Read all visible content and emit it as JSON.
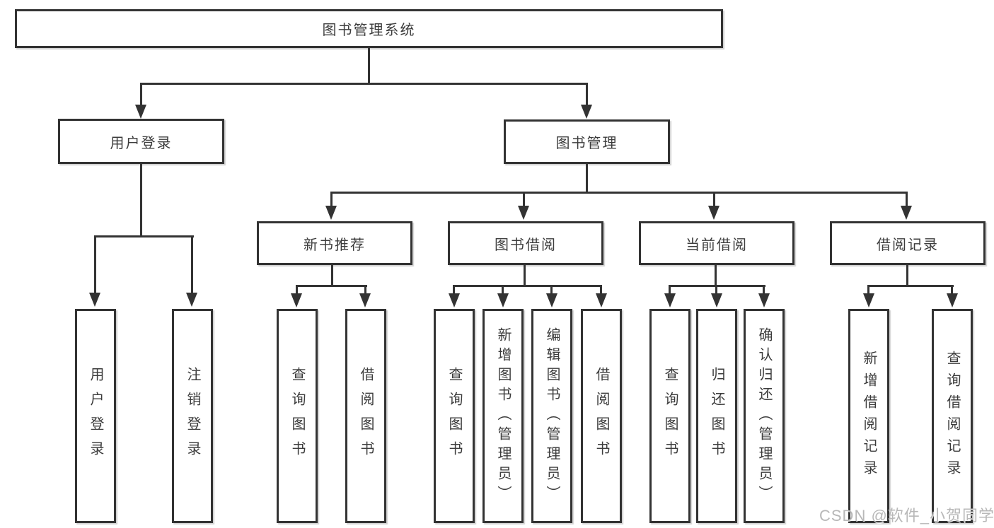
{
  "colors": {
    "line": "#333333",
    "node_border": "#333333",
    "text": "#3c3c3c",
    "watermark": "#b8b8b8",
    "background": "#ffffff"
  },
  "watermark": {
    "text": "CSDN @软件_小贺同学"
  },
  "tree": {
    "label": "图书管理系统",
    "children": [
      {
        "label": "用户登录",
        "children": [
          {
            "label": "用户登录"
          },
          {
            "label": "注销登录"
          }
        ]
      },
      {
        "label": "图书管理",
        "children": [
          {
            "label": "新书推荐",
            "children": [
              {
                "label": "查询图书"
              },
              {
                "label": "借阅图书"
              }
            ]
          },
          {
            "label": "图书借阅",
            "children": [
              {
                "label": "查询图书"
              },
              {
                "label": "新增图书（管理员）"
              },
              {
                "label": "编辑图书（管理员）"
              },
              {
                "label": "借阅图书"
              }
            ]
          },
          {
            "label": "当前借阅",
            "children": [
              {
                "label": "查询图书"
              },
              {
                "label": "归还图书"
              },
              {
                "label": "确认归还（管理员）"
              }
            ]
          },
          {
            "label": "借阅记录",
            "children": [
              {
                "label": "新增借阅记录"
              },
              {
                "label": "查询借阅记录"
              }
            ]
          }
        ]
      }
    ]
  }
}
